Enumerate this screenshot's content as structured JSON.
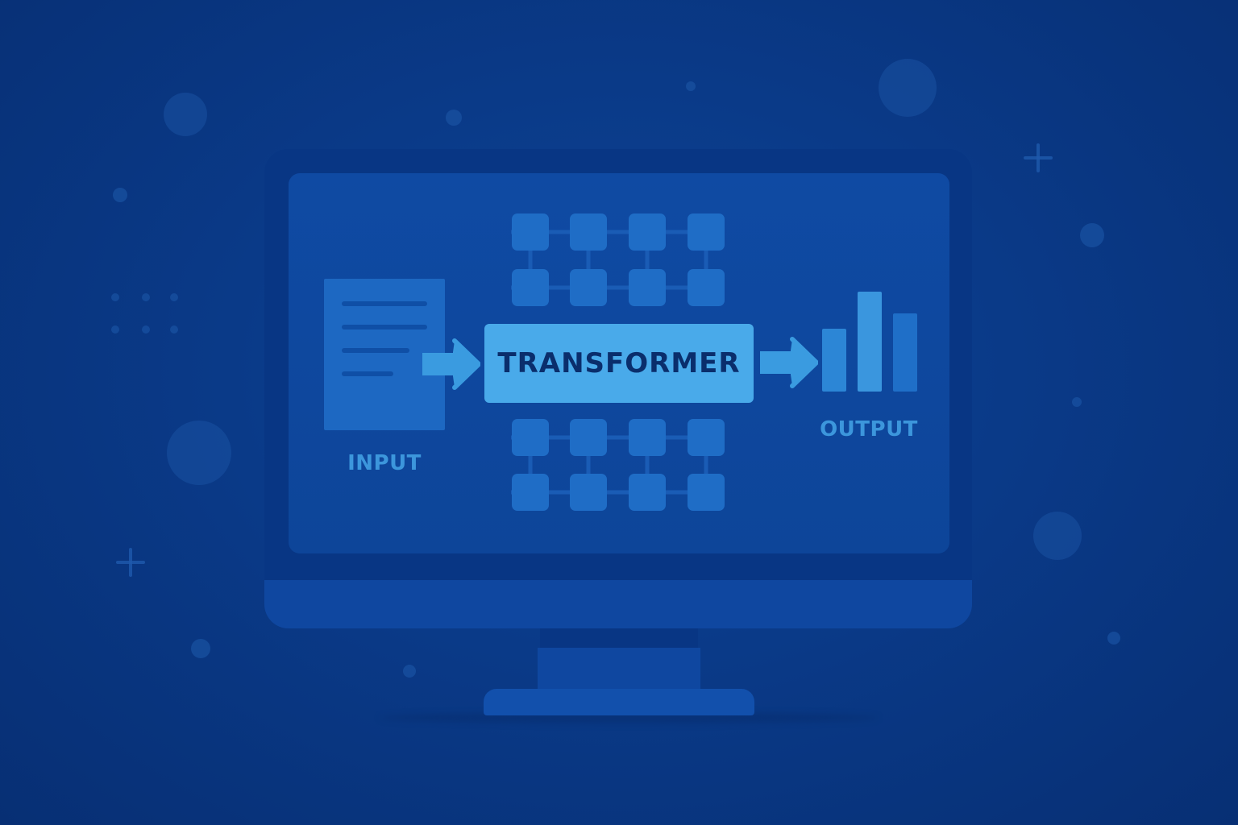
{
  "diagram": {
    "input_label": "INPUT",
    "center_label": "TRANSFORMER",
    "output_label": "OUTPUT"
  },
  "icons": [
    "document-icon",
    "arrow-right-icon",
    "bar-chart-icon",
    "monitor-icon"
  ],
  "colors": {
    "background": "#0a3a88",
    "screen": "#0f4aa3",
    "transformer_box": "#49aaea",
    "transformer_text": "#0a2e6c",
    "label_text": "#3c96dc",
    "nodes": "#1f6dc6"
  }
}
